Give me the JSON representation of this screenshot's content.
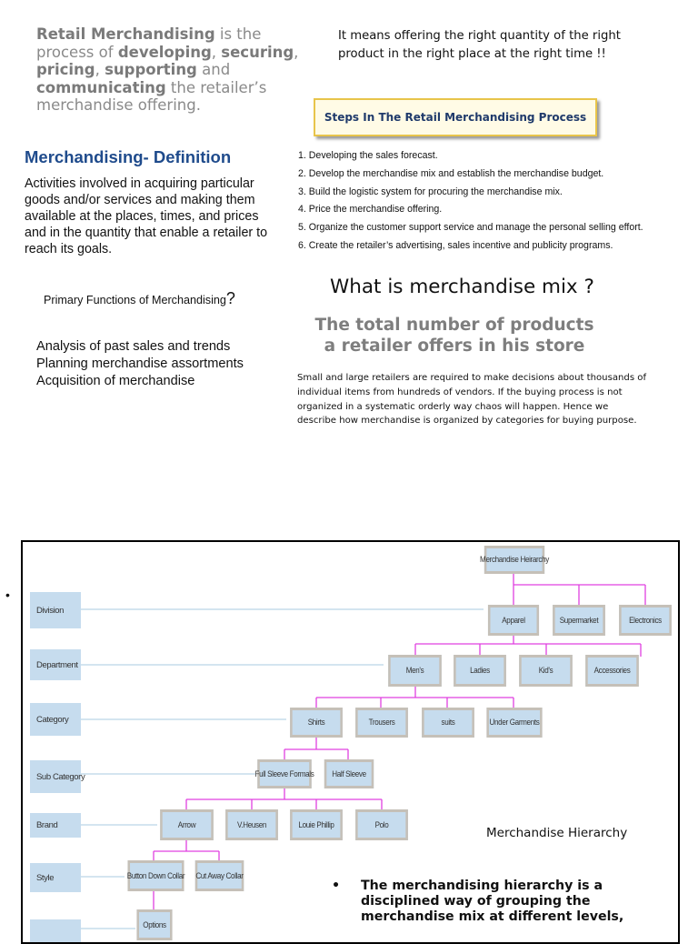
{
  "intro": {
    "parts": [
      {
        "t": "Retail Merchandising",
        "b": true
      },
      {
        "t": " is the process of ",
        "b": false
      },
      {
        "t": "developing",
        "b": true
      },
      {
        "t": ", ",
        "b": false
      },
      {
        "t": "securing",
        "b": true
      },
      {
        "t": ", ",
        "b": false
      },
      {
        "t": "pricing",
        "b": true
      },
      {
        "t": ", ",
        "b": false
      },
      {
        "t": "supporting",
        "b": true
      },
      {
        "t": " and ",
        "b": false
      },
      {
        "t": "communicating",
        "b": true
      },
      {
        "t": " the retailer’s merchandise offering.",
        "b": false
      }
    ]
  },
  "meaning": "It means offering the right quantity of the right product in the right place at the right time !!",
  "steps_title": "Steps In The Retail Merchandising Process",
  "definition": {
    "heading": "Merchandising- Definition",
    "text": "Activities involved in acquiring particular goods and/or services and making them available at the places, times, and prices and in the quantity that enable a retailer to reach its goals."
  },
  "steps": [
    "1. Developing the sales forecast.",
    "2. Develop the merchandise mix and establish the merchandise budget.",
    "3. Build the logistic system for procuring the merchandise mix.",
    "4. Price the merchandise offering.",
    "5. Organize the customer support service and manage the personal selling effort.",
    "6. Create the retailer’s advertising, sales incentive and publicity programs."
  ],
  "primary_functions": {
    "label": "Primary Functions of Merchandising",
    "mark": "?"
  },
  "functions": [
    "Analysis of past sales and trends",
    "Planning merchandise assortments",
    "Acquisition of merchandise"
  ],
  "mix": {
    "question": "What is merchandise mix ?",
    "answer_line1": "The total number of products",
    "answer_line2": "a retailer offers in his store",
    "description": "Small and large retailers are required to make decisions about thousands of individual items from hundreds of vendors. If the buying process is not organized in a systematic orderly way chaos will happen. Hence we describe how merchandise is organized by categories for buying purpose."
  },
  "side_bullet": "•",
  "diagram": {
    "root": "Merchandise Heirarchy",
    "levels": [
      "Division",
      "Department",
      "Category",
      "Sub Category",
      "Brand",
      "Style",
      ""
    ],
    "divisions": [
      "Apparel",
      "Supermarket",
      "Electronics"
    ],
    "departments": [
      "Men's",
      "Ladies",
      "Kid's",
      "Accessories"
    ],
    "categories": [
      "Shirts",
      "Trousers",
      "suits",
      "Under Garments"
    ],
    "subcategories": [
      "Full Sleeve Formals",
      "Half Sleeve"
    ],
    "brands": [
      "Arrow",
      "V.Heusen",
      "Louie Phillip",
      "Polo"
    ],
    "styles": [
      "Button Down Collar",
      "Cut Away Collar"
    ],
    "options": "Options",
    "caption": "Merchandise Hierarchy",
    "bullet_mark": "•",
    "bullet_text": "The merchandising hierarchy is a disciplined way of grouping the merchandise mix at different levels,"
  }
}
